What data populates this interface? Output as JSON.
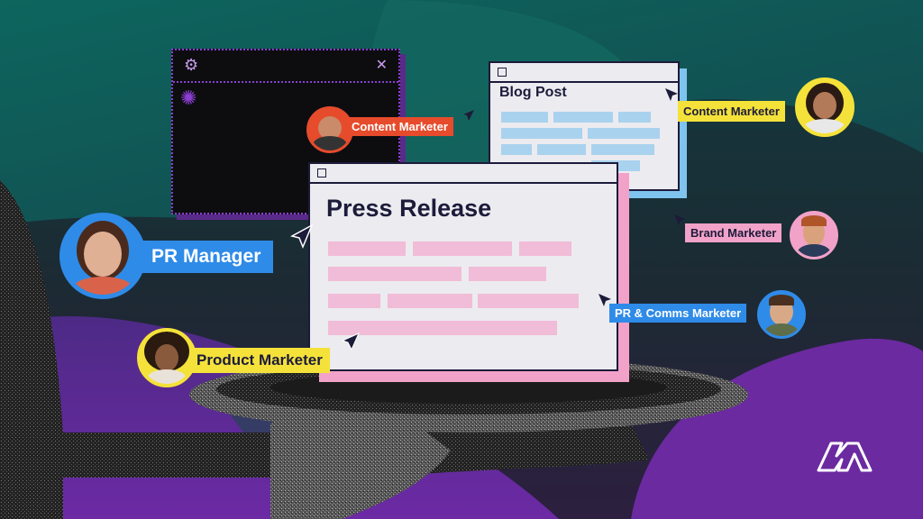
{
  "brand_colors": {
    "teal": "#0f5a55",
    "purple": "#6b2aa0",
    "navy": "#1c1b3a",
    "pink": "#f2a2c8",
    "blue": "#2f8be8",
    "yellow": "#f4e23a",
    "red": "#e64b2c",
    "light_blue": "#7ec4ee"
  },
  "windows": {
    "press_release": {
      "title": "Press Release"
    },
    "blog_post": {
      "title": "Blog Post"
    }
  },
  "personas": [
    {
      "label": "Content Marketer"
    },
    {
      "label": "Content Marketer"
    },
    {
      "label": "PR Manager"
    },
    {
      "label": "Brand Marketer"
    },
    {
      "label": "PR & Comms Marketer"
    },
    {
      "label": "Product Marketer"
    }
  ],
  "icons": [
    "cursor-arrow-icon",
    "brand-logo-icon",
    "serving-tray-icon",
    "pixel-gear-icon"
  ]
}
